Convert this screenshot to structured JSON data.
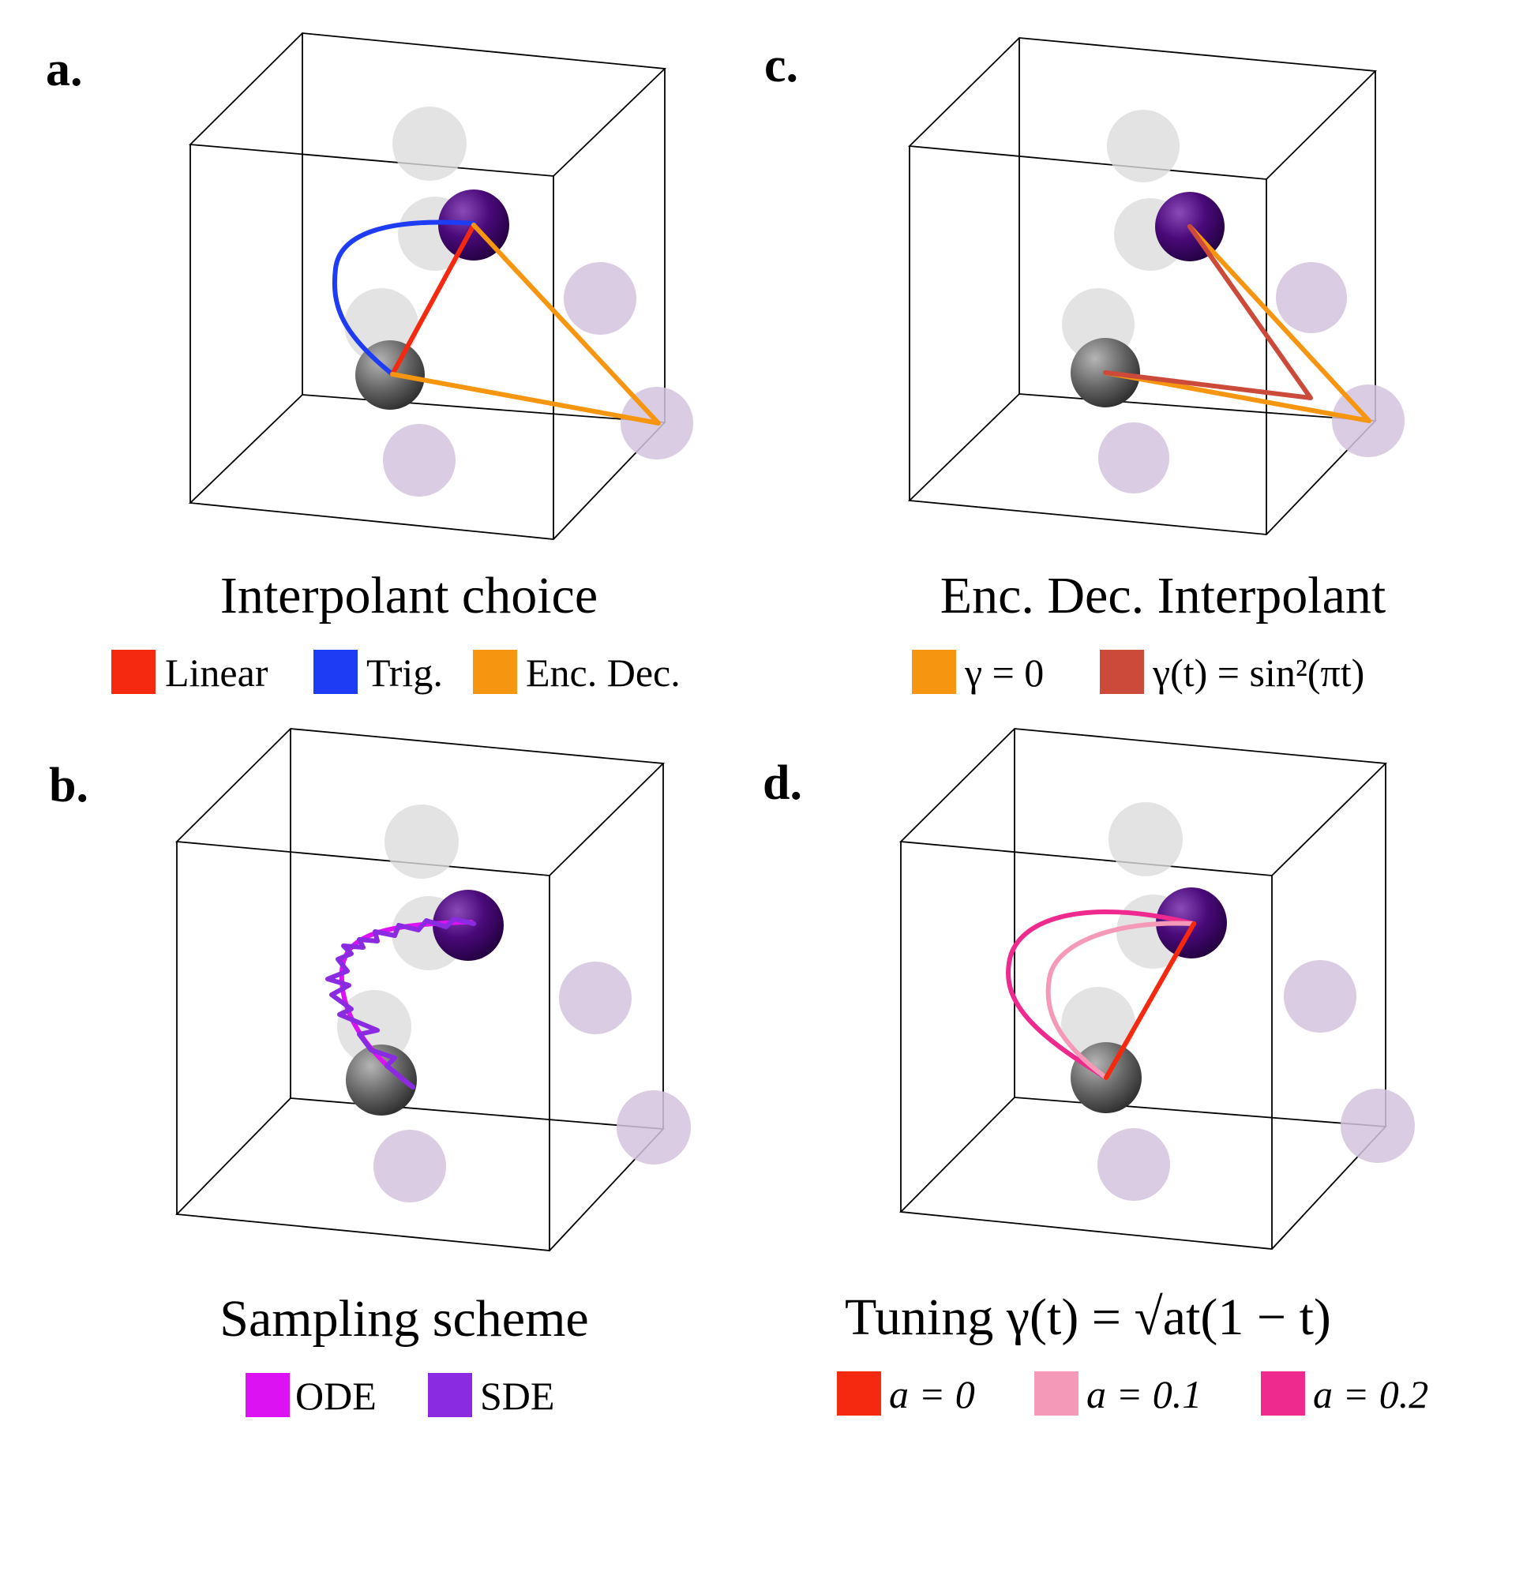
{
  "panels": {
    "a": {
      "label": "a.",
      "caption": "Interpolant choice",
      "legend": [
        {
          "label": "Linear",
          "color": "#f5290f"
        },
        {
          "label": "Trig.",
          "color": "#1f3cf5"
        },
        {
          "label": "Enc. Dec.",
          "color": "#f6950f"
        }
      ]
    },
    "b": {
      "label": "b.",
      "caption": "Sampling scheme",
      "legend": [
        {
          "label": "ODE",
          "color": "#dc12f2"
        },
        {
          "label": "SDE",
          "color": "#8a2be2"
        }
      ]
    },
    "c": {
      "label": "c.",
      "caption": "Enc. Dec. Interpolant",
      "legend": [
        {
          "label": "γ = 0",
          "color": "#f6950f"
        },
        {
          "label": "γ(t) = sin²(πt)",
          "color": "#cc4a3a"
        }
      ]
    },
    "d": {
      "label": "d.",
      "caption": "Tuning  γ(t) = √at(1 − t)",
      "legend": [
        {
          "label": "a = 0",
          "color": "#f5290f"
        },
        {
          "label": "a = 0.1",
          "color": "#f49ab8"
        },
        {
          "label": "a = 0.2",
          "color": "#ee2a8e"
        }
      ]
    }
  },
  "atom_colors": {
    "ghost_gray": "#dcdcdc",
    "ghost_purple": "#d3c3dd",
    "dark_gray": "#555555",
    "dark_purple": "#3d0466"
  }
}
